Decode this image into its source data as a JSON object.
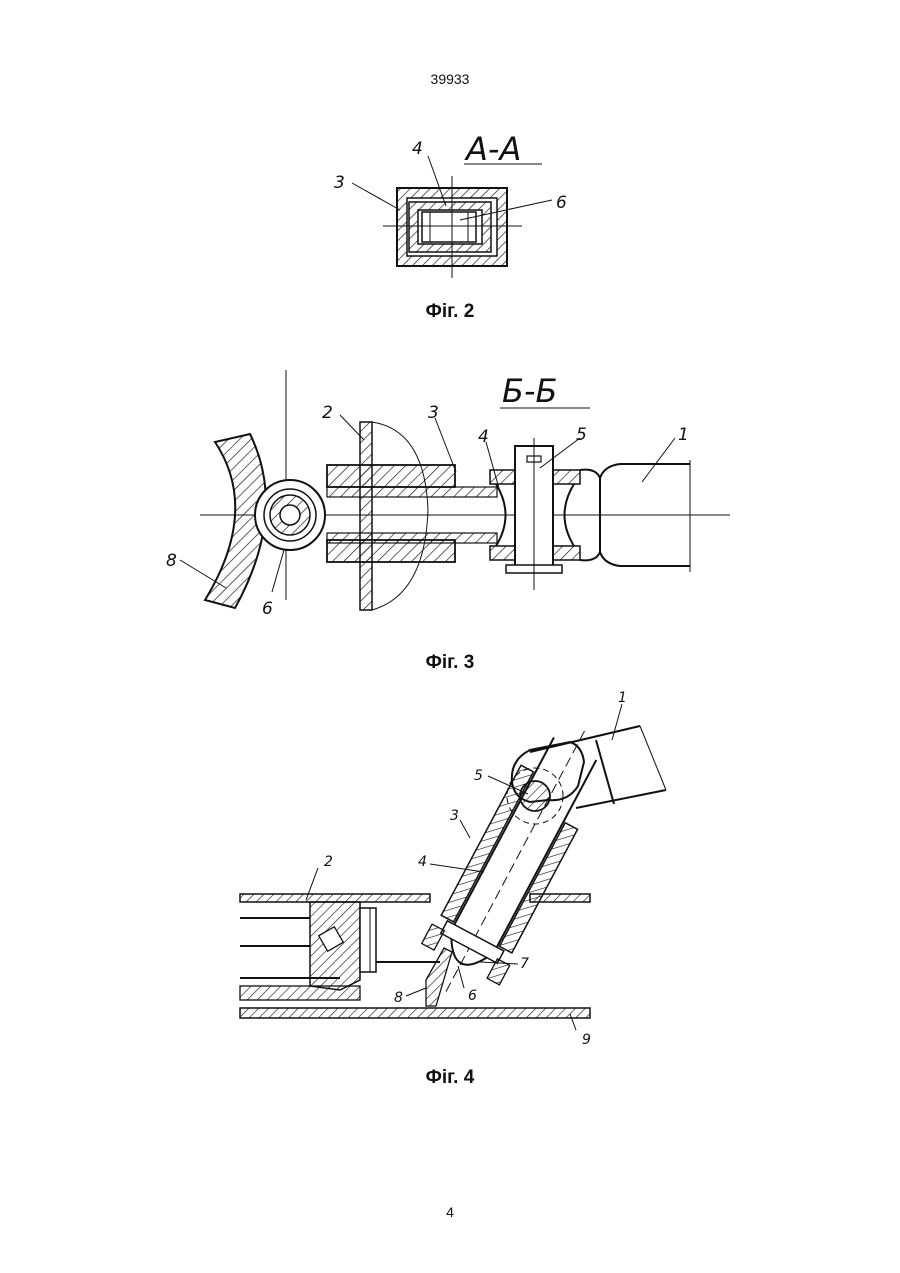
{
  "document": {
    "header_number": "39933",
    "page_number": "4"
  },
  "figures": [
    {
      "caption": "Фіг. 2",
      "section_label": "A-A",
      "callouts": [
        "3",
        "4",
        "6"
      ]
    },
    {
      "caption": "Фіг. 3",
      "section_label": "Б-Б",
      "callouts": [
        "2",
        "3",
        "4",
        "5",
        "1",
        "8",
        "6"
      ]
    },
    {
      "caption": "Фіг. 4",
      "callouts": [
        "1",
        "5",
        "3",
        "4",
        "2",
        "7",
        "8",
        "6",
        "9"
      ]
    }
  ]
}
